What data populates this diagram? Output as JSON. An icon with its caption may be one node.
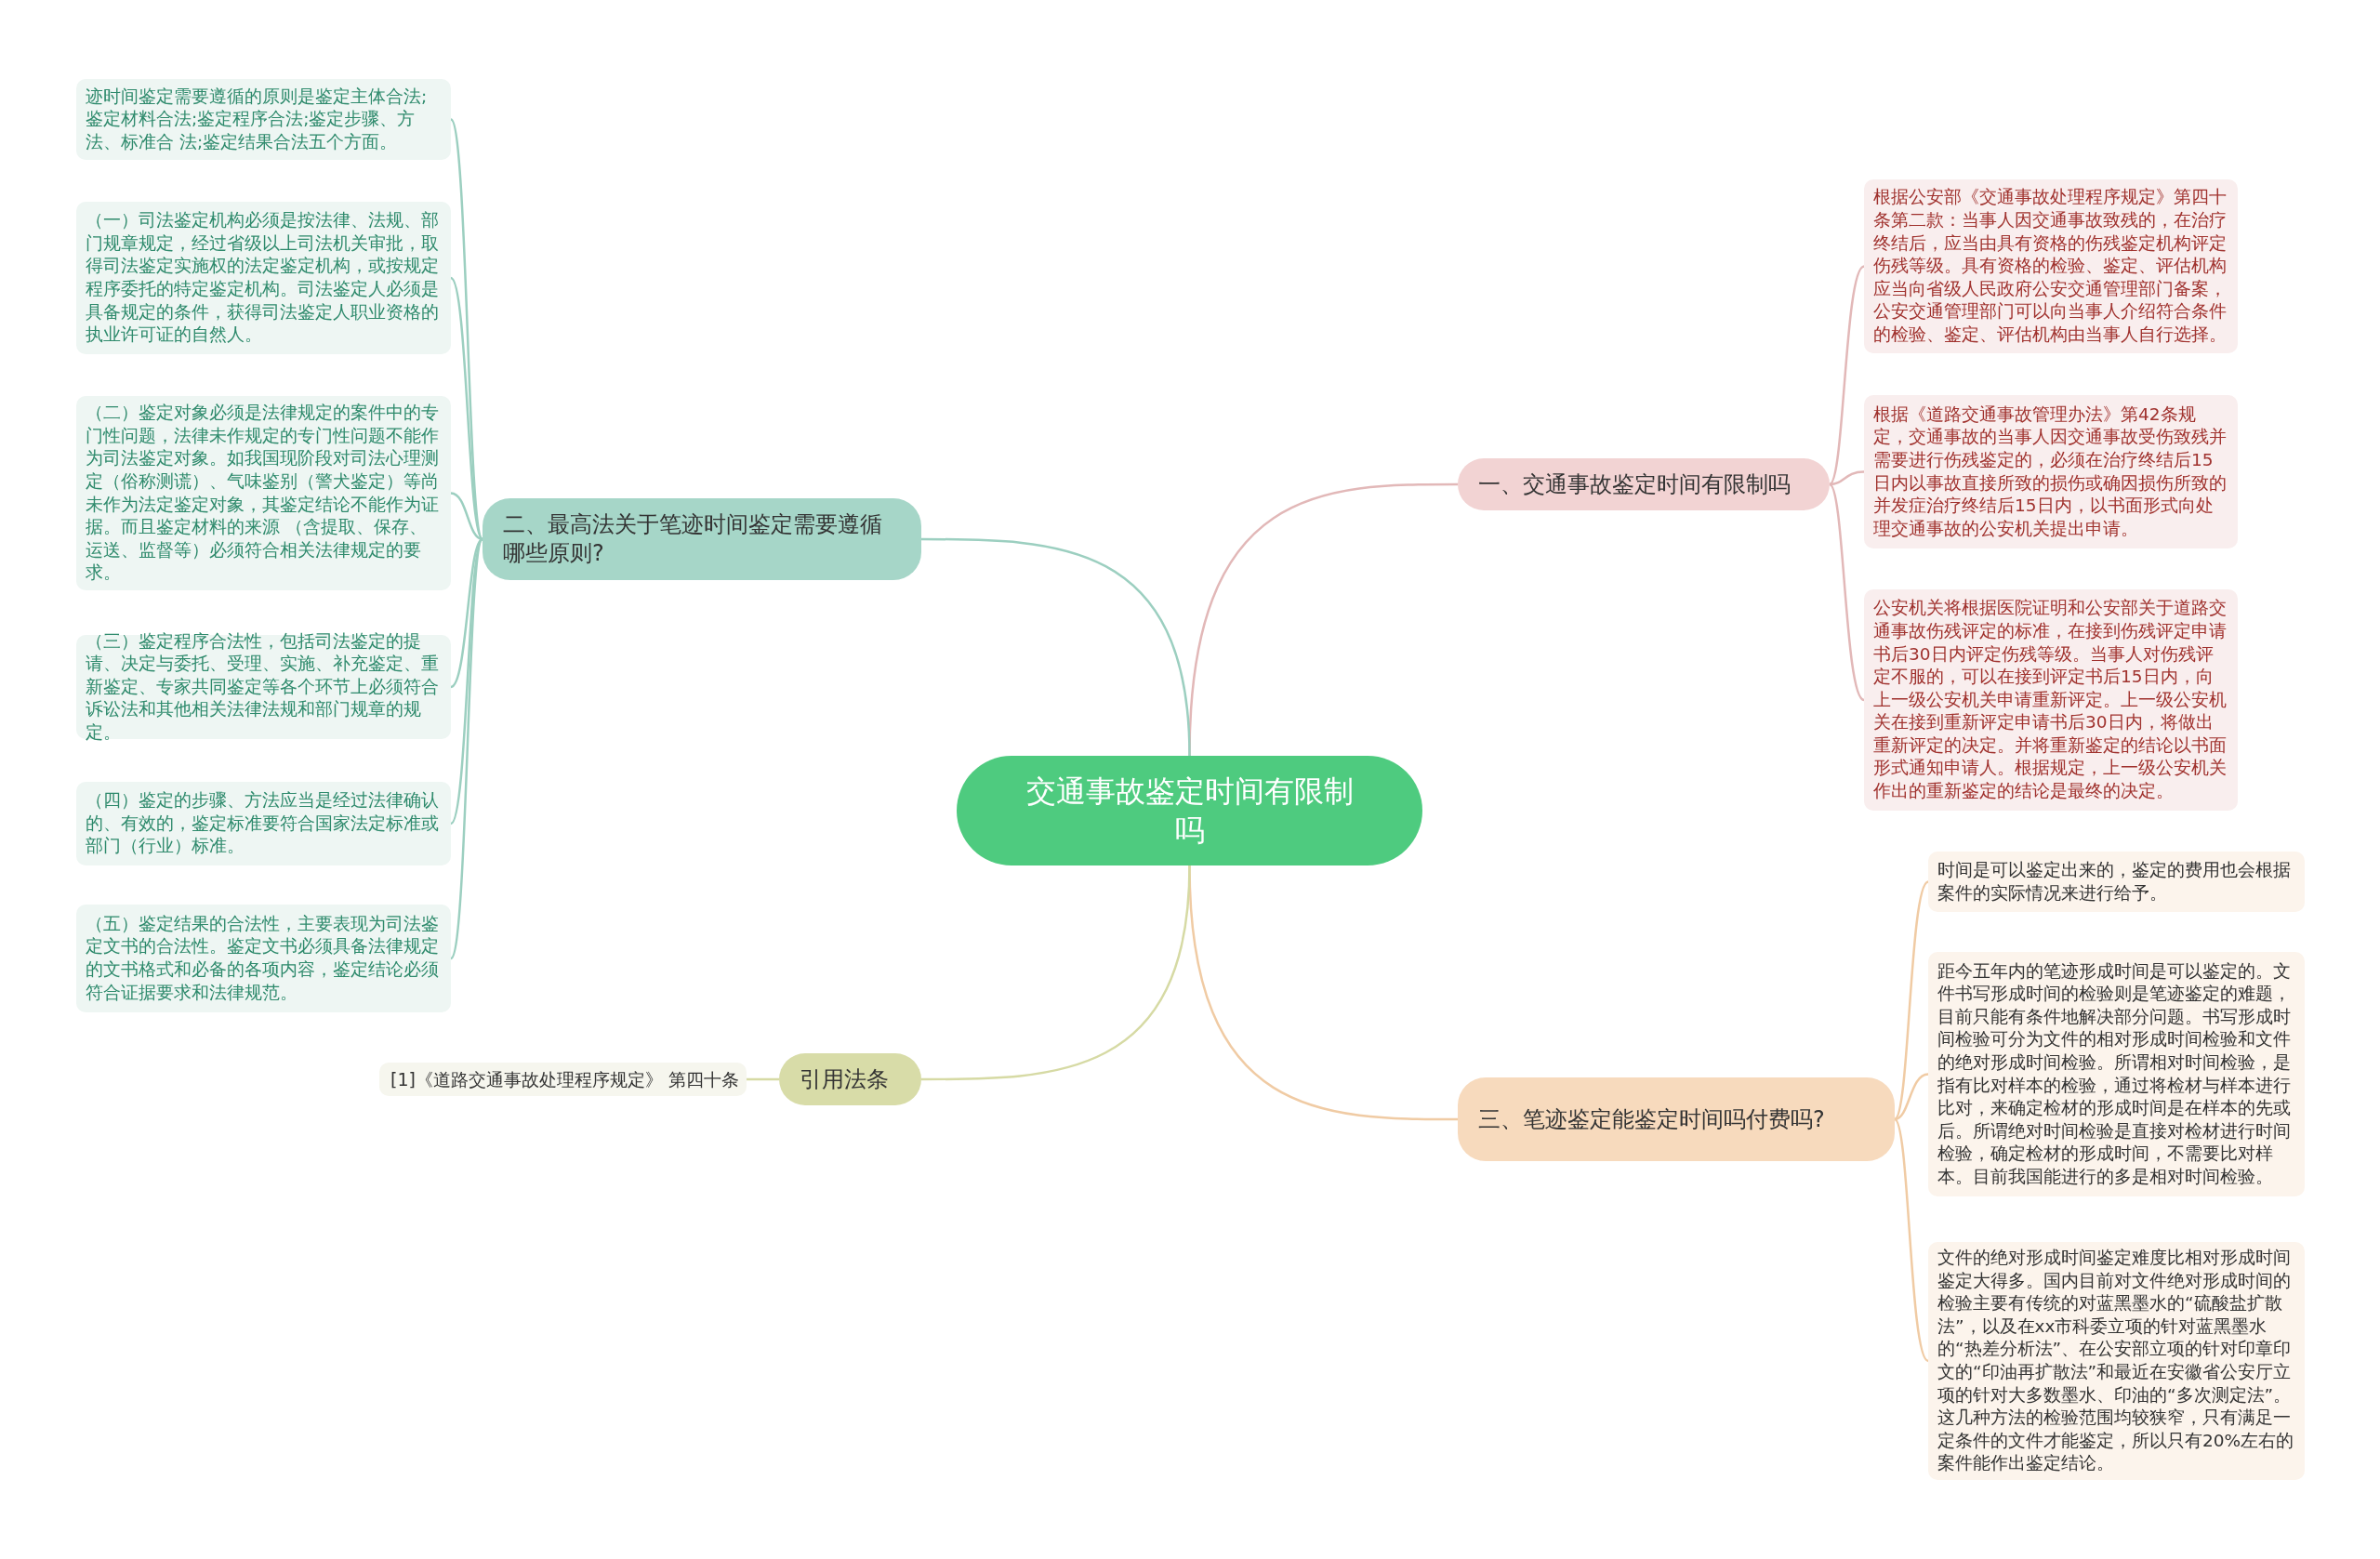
{
  "diagram": {
    "nodes": [
      {
        "text": [
          "交通事故鉴定时间有限制吗"
        ]
      },
      {
        "text": [
          "一、交通事故鉴定时间有限制吗"
        ]
      },
      {
        "text": [
          "根据公安部《交通事故处理程序规定》第四十条第二款：当事人因交通事故致残的，在治疗终结后，应当由具有资格的伤残鉴定机构评定伤残等级。具有资格的检验、鉴定、评估机构应当向省级人民政府公安交通管理部门备案，公安交通管理部门可以向当事人介绍符合条件的检验、鉴定、评估机构由当事人自行选择。"
        ]
      },
      {
        "text": [
          "根据《道路交通事故管理办法》第42条规定，交通事故的当事人因交通事故受伤致残并需要进行伤残鉴定的，必须在治疗终结后15日内以事故直接所致的损伤或确因损伤所致的并发症治疗终结后15日内，以书面形式向处理交通事故的公安机关提出申请。"
        ]
      },
      {
        "text": [
          "公安机关将根据医院证明和公安部关于道路交通事故伤残评定的标准，在接到伤残评定申请书后30日内评定伤残等级。当事人对伤残评定不服的，可以在接到评定书后15日内，向上一级公安机关申请重新评定。上一级公安机关在接到重新评定申请书后30日内，将做出重新评定的决定。并将重新鉴定的结论以书面形式通知申请人。根据规定，上一级公安机关作出的重新鉴定的结论是最终的决定。"
        ]
      },
      {
        "text": [
          "二、最高法关于笔迹时间鉴定需要遵循哪些原则?"
        ]
      },
      {
        "text": [
          "迹时间鉴定需要遵循的原则是鉴定主体合法;鉴定材料合法;鉴定程序合法;鉴定步骤、方法、标准合 法;鉴定结果合法五个方面。"
        ]
      },
      {
        "text": [
          "（一）司法鉴定机构必须是按法律、法规、部门规章规定，经过省级以上司法机关审批，取得司法鉴定实施权的法定鉴定机构，或按规定程序委托的特定鉴定机构。司法鉴定人必须是具备规定的条件，获得司法鉴定人职业资格的执业许可证的自然人。"
        ]
      },
      {
        "text": [
          "（二）鉴定对象必须是法律规定的案件中的专门性问题，法律未作规定的专门性问题不能作为司法鉴定对象。如我国现阶段对司法心理测定（俗称测谎）、气味鉴别（警犬鉴定）等尚未作为法定鉴定对象，其鉴定结论不能作为证据。而且鉴定材料的来源 （含提取、保存、运送、监督等）必须符合相关法律规定的要求。"
        ]
      },
      {
        "text": [
          "（三）鉴定程序合法性，包括司法鉴定的提请、决定与委托、受理、实施、补充鉴定、重新鉴定、专家共同鉴定等各个环节上必须符合诉讼法和其他相关法律法规和部门规章的规定。"
        ]
      },
      {
        "text": [
          "（四）鉴定的步骤、方法应当是经过法律确认的、有效的，鉴定标准要符合国家法定标准或部门（行业）标准。"
        ]
      },
      {
        "text": [
          "（五）鉴定结果的合法性，主要表现为司法鉴定文书的合法性。鉴定文书必须具备法律规定的文书格式和必备的各项内容，鉴定结论必须符合证据要求和法律规范。"
        ]
      },
      {
        "text": [
          "三、笔迹鉴定能鉴定时间吗付费吗?"
        ]
      },
      {
        "text": [
          "时间是可以鉴定出来的，鉴定的费用也会根据案件的实际情况来进行给予。"
        ]
      },
      {
        "text": [
          "距今五年内的笔迹形成时间是可以鉴定的。文件书写形成时间的检验则是笔迹鉴定的难题，目前只能有条件地解决部分问题。书写形成时间检验可分为文件的相对形成时间检验和文件的绝对形成时间检验。所谓相对时间检验，是指有比对样本的检验，通过将检材与样本进行比对，来确定检材的形成时间是在样本的先或后。所谓绝对时间检验是直接对检材进行时间检验，确定检材的形成时间，不需要比对样本。目前我国能进行的多是相对时间检验。"
        ]
      },
      {
        "text": [
          "文件的绝对形成时间鉴定难度比相对形成时间鉴定大得多。国内目前对文件绝对形成时间的检验主要有传统的对蓝黑墨水的“硫酸盐扩散法”，以及在xx市科委立项的针对蓝黑墨水的“热差分析法”、在公安部立项的针对印章印文的“印油再扩散法”和最近在安徽省公安厅立项的针对大多数墨水、印油的“多次测定法”。这几种方法的检验范围均较狭窄，只有满足一定条件的文件才能鉴定，所以只有20%左右的案件能作出鉴定结论。"
        ]
      },
      {
        "text": [
          "引用法条"
        ]
      },
      {
        "text": [
          "[1]《道路交通事故处理程序规定》 第四十条"
        ]
      }
    ],
    "edges": [
      {
        "from": 0,
        "to": 1,
        "arrow": "none",
        "color": "#e2b8b8"
      },
      {
        "from": 1,
        "to": 2,
        "arrow": "none",
        "color": "#e2b8b8"
      },
      {
        "from": 1,
        "to": 3,
        "arrow": "none",
        "color": "#e2b8b8"
      },
      {
        "from": 1,
        "to": 4,
        "arrow": "none",
        "color": "#e2b8b8"
      },
      {
        "from": 0,
        "to": 5,
        "arrow": "none",
        "color": "#9ccfc0"
      },
      {
        "from": 5,
        "to": 6,
        "arrow": "none",
        "color": "#9ccfc0"
      },
      {
        "from": 5,
        "to": 7,
        "arrow": "none",
        "color": "#9ccfc0"
      },
      {
        "from": 5,
        "to": 8,
        "arrow": "none",
        "color": "#9ccfc0"
      },
      {
        "from": 5,
        "to": 9,
        "arrow": "none",
        "color": "#9ccfc0"
      },
      {
        "from": 5,
        "to": 10,
        "arrow": "none",
        "color": "#9ccfc0"
      },
      {
        "from": 5,
        "to": 11,
        "arrow": "none",
        "color": "#9ccfc0"
      },
      {
        "from": 0,
        "to": 12,
        "arrow": "none",
        "color": "#f0cba4"
      },
      {
        "from": 12,
        "to": 13,
        "arrow": "none",
        "color": "#f0cba4"
      },
      {
        "from": 12,
        "to": 14,
        "arrow": "none",
        "color": "#f0cba4"
      },
      {
        "from": 12,
        "to": 15,
        "arrow": "none",
        "color": "#f0cba4"
      },
      {
        "from": 0,
        "to": 16,
        "arrow": "none",
        "color": "#d6daa4"
      },
      {
        "from": 16,
        "to": 17,
        "arrow": "none",
        "color": "#d6daa4"
      }
    ]
  }
}
